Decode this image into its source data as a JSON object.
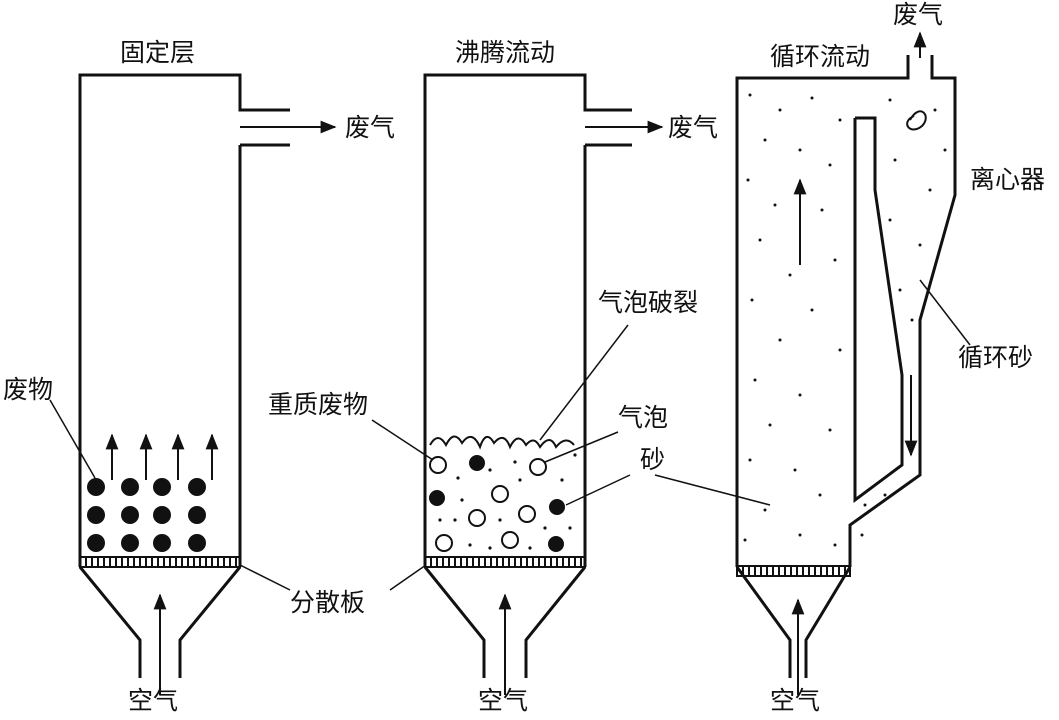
{
  "titles": {
    "fixed_bed": "固定层",
    "bubbling": "沸腾流动",
    "circulating": "循环流动"
  },
  "labels": {
    "exhaust_1": "废气",
    "exhaust_2": "废气",
    "exhaust_3": "废气",
    "cyclone": "离心器",
    "bubble_burst": "气泡破裂",
    "circulating_sand": "循环砂",
    "waste": "废物",
    "heavy_waste": "重质废物",
    "bubble": "气泡",
    "sand": "砂",
    "distributor": "分散板",
    "air_1": "空气",
    "air_2": "空气",
    "air_3": "空气"
  },
  "colors": {
    "ink": "#111111",
    "background": "#ffffff"
  }
}
